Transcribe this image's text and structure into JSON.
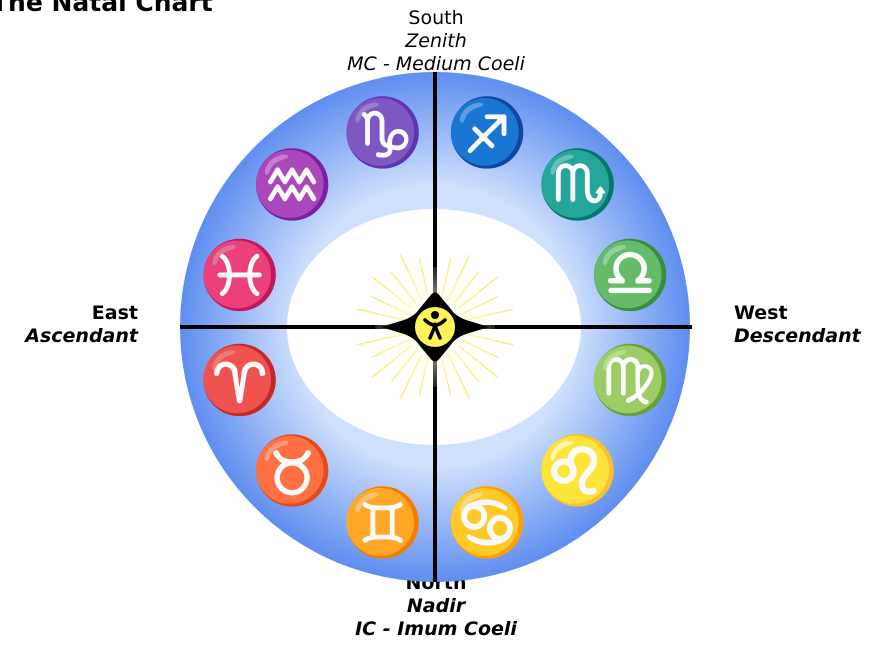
{
  "title": "The Natal Chart",
  "directions": {
    "south": {
      "line1": "South",
      "line2": "Zenith",
      "line3": "MC - Medium Coeli"
    },
    "north": {
      "line1": "North",
      "line2": "Nadir",
      "line3": "IC - Imum Coeli"
    },
    "east": {
      "line1": "East",
      "line2": "Ascendant"
    },
    "west": {
      "line1": "West",
      "line2": "Descendant"
    }
  },
  "zodiac": [
    {
      "sign": "Capricorn",
      "glyph": "♑"
    },
    {
      "sign": "Sagittarius",
      "glyph": "♐"
    },
    {
      "sign": "Scorpio",
      "glyph": "♏"
    },
    {
      "sign": "Libra",
      "glyph": "♎"
    },
    {
      "sign": "Virgo",
      "glyph": "♍"
    },
    {
      "sign": "Leo",
      "glyph": "♌"
    },
    {
      "sign": "Cancer",
      "glyph": "♋"
    },
    {
      "sign": "Gemini",
      "glyph": "♊"
    },
    {
      "sign": "Taurus",
      "glyph": "♉"
    },
    {
      "sign": "Aries",
      "glyph": "♈"
    },
    {
      "sign": "Pisces",
      "glyph": "♓"
    },
    {
      "sign": "Aquarius",
      "glyph": "♒"
    }
  ],
  "colors": {
    "ring_outer": "#5f8ef0",
    "ring_inner": "#cfe0fc",
    "center_fill": "#ffffff",
    "axis": "#000000",
    "sun_core": "#fff35a",
    "sun_rays": "#f7ef7a"
  },
  "center_icon": "sun-figure-icon"
}
